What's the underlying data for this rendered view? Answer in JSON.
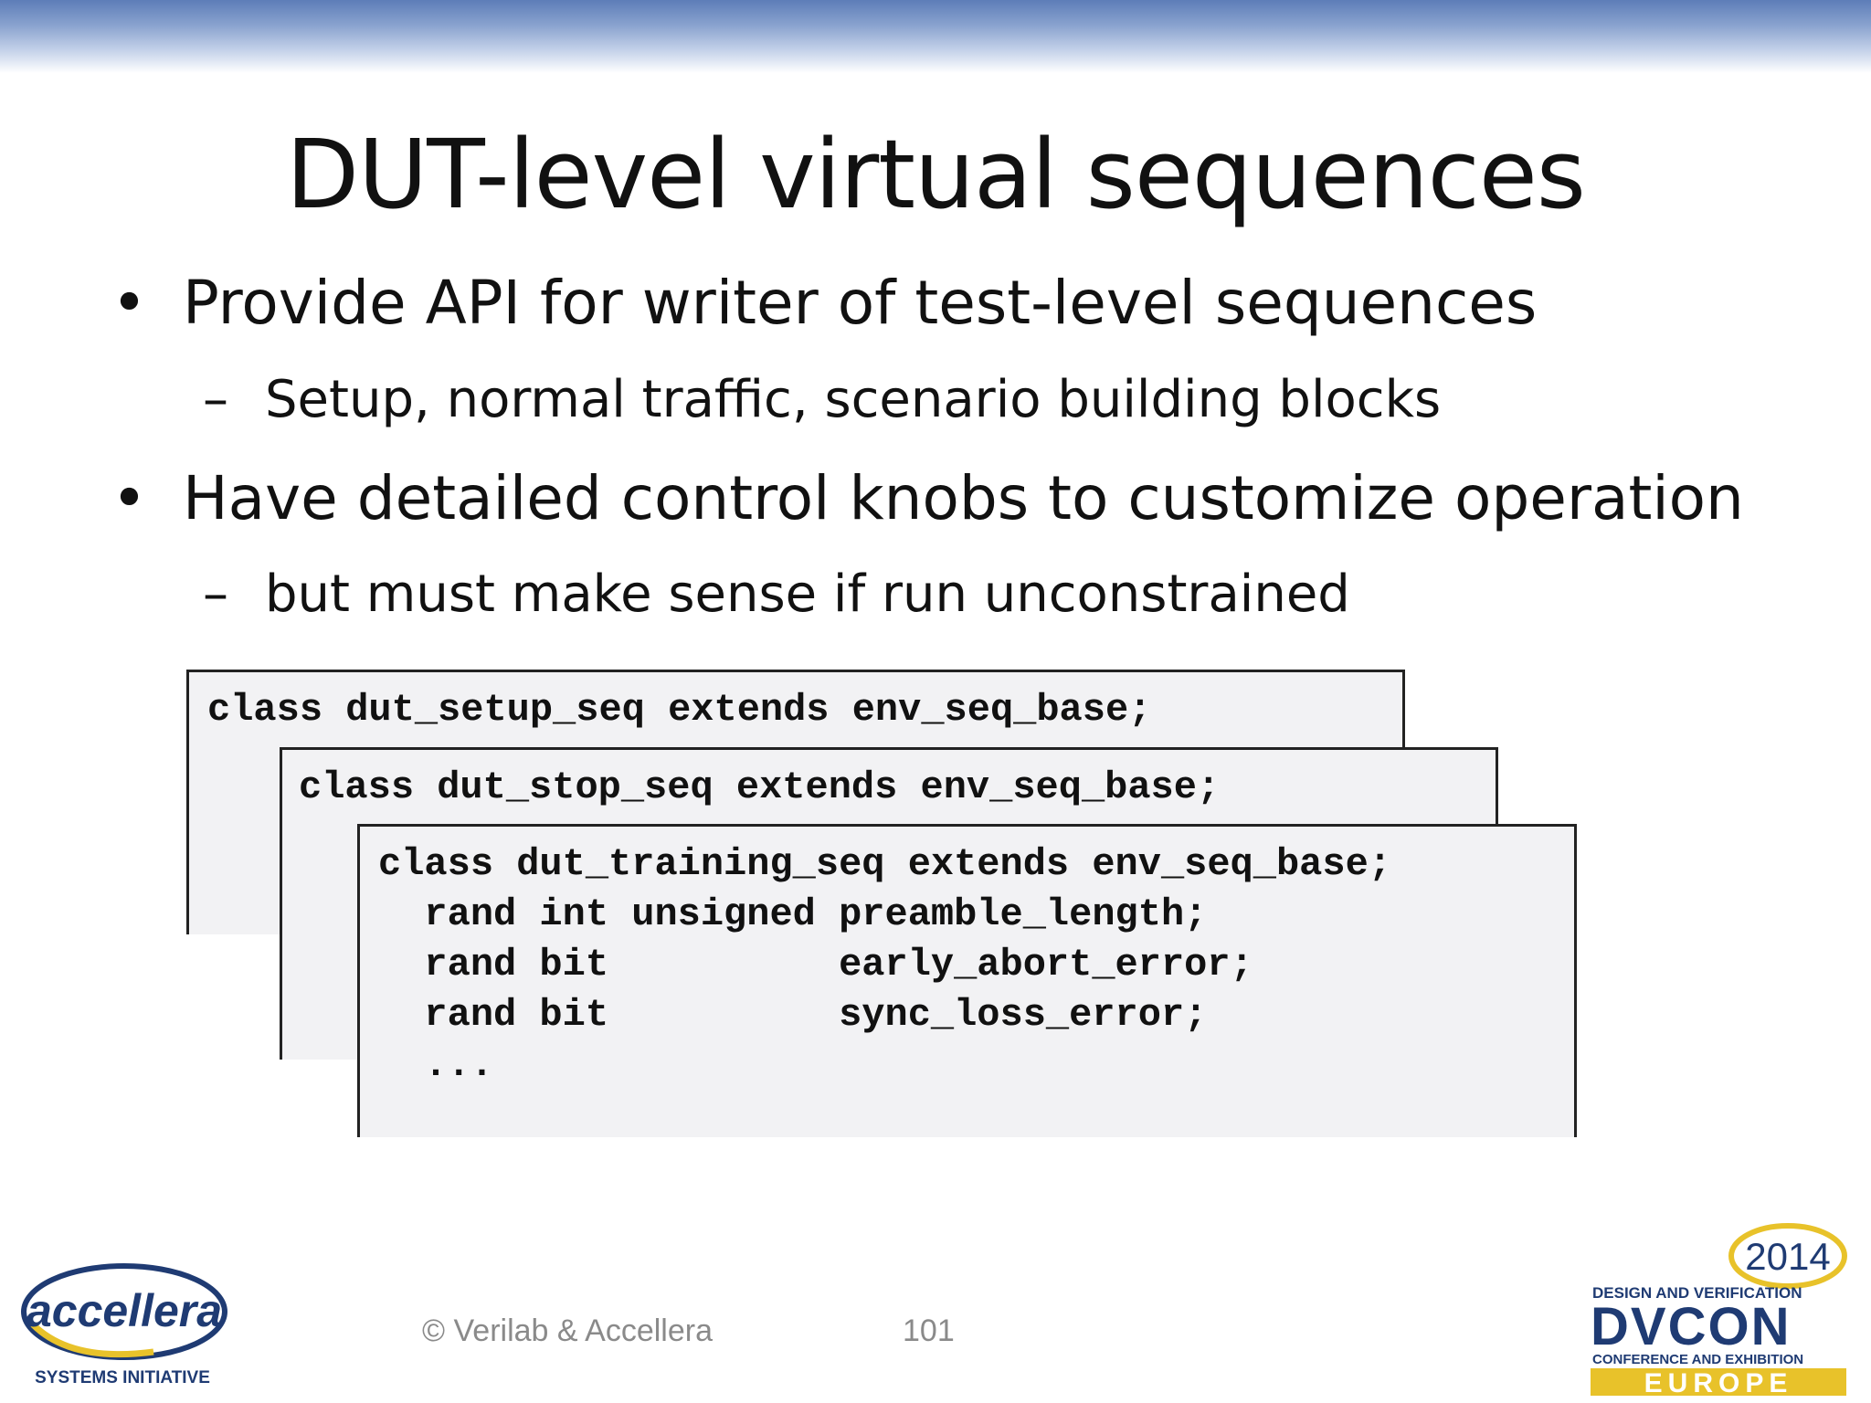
{
  "slide": {
    "title": "DUT-level virtual sequences",
    "bullets": [
      {
        "text": "Provide API for writer of test-level sequences",
        "sub": "Setup, normal traffic, scenario building blocks"
      },
      {
        "text": "Have detailed control knobs to customize operation",
        "sub": "but must make sense if run unconstrained"
      }
    ],
    "bullet_glyph": "•",
    "dash_glyph": "–"
  },
  "code": {
    "box1": [
      "class dut_setup_seq extends env_seq_base;"
    ],
    "box2": [
      "class dut_stop_seq extends env_seq_base;"
    ],
    "box3": [
      "class dut_training_seq extends env_seq_base;",
      "  rand int unsigned preamble_length;",
      "  rand bit          early_abort_error;",
      "  rand bit          sync_loss_error;",
      "  ..."
    ]
  },
  "footer": {
    "copyright": "© Verilab & Accellera",
    "page_number": "101",
    "left_logo_text": "accellera",
    "left_logo_subtext": "SYSTEMS INITIATIVE",
    "right_logo_year": "2014",
    "right_logo_line1": "DESIGN AND VERIFICATION",
    "right_logo_name": "DVCON",
    "right_logo_line2": "CONFERENCE AND EXHIBITION",
    "right_logo_region": "EUROPE"
  },
  "colors": {
    "accent_blue": "#5d7db8",
    "code_bg": "#f2f2f4",
    "logo_navy": "#1f3b73",
    "logo_gold": "#e8c22a"
  }
}
